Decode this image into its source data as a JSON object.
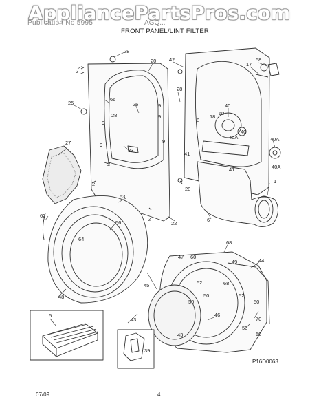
{
  "watermark": "AppliancePartsPros.com",
  "header": {
    "left": "Publication No 5995",
    "right": "AGQ..."
  },
  "section_title": "FRONT PANEL/LINT FILTER",
  "diagram_code": "P16D0063",
  "footer": {
    "date": "07/09",
    "page": "4"
  },
  "callouts": [
    "28",
    "20",
    "42",
    "17",
    "58",
    "2",
    "28",
    "25",
    "66",
    "26",
    "28",
    "9",
    "9",
    "40",
    "18",
    "60",
    "8",
    "9",
    "27",
    "9",
    "33",
    "9",
    "41",
    "40A",
    "40",
    "40A",
    "2",
    "41",
    "40A",
    "2",
    "28",
    "1",
    "53",
    "62",
    "56",
    "2",
    "22",
    "6",
    "64",
    "68",
    "47",
    "60",
    "49",
    "44",
    "52",
    "68",
    "45",
    "50",
    "48",
    "5",
    "50",
    "52",
    "50",
    "46",
    "43",
    "70",
    "50",
    "43",
    "39",
    "50"
  ]
}
